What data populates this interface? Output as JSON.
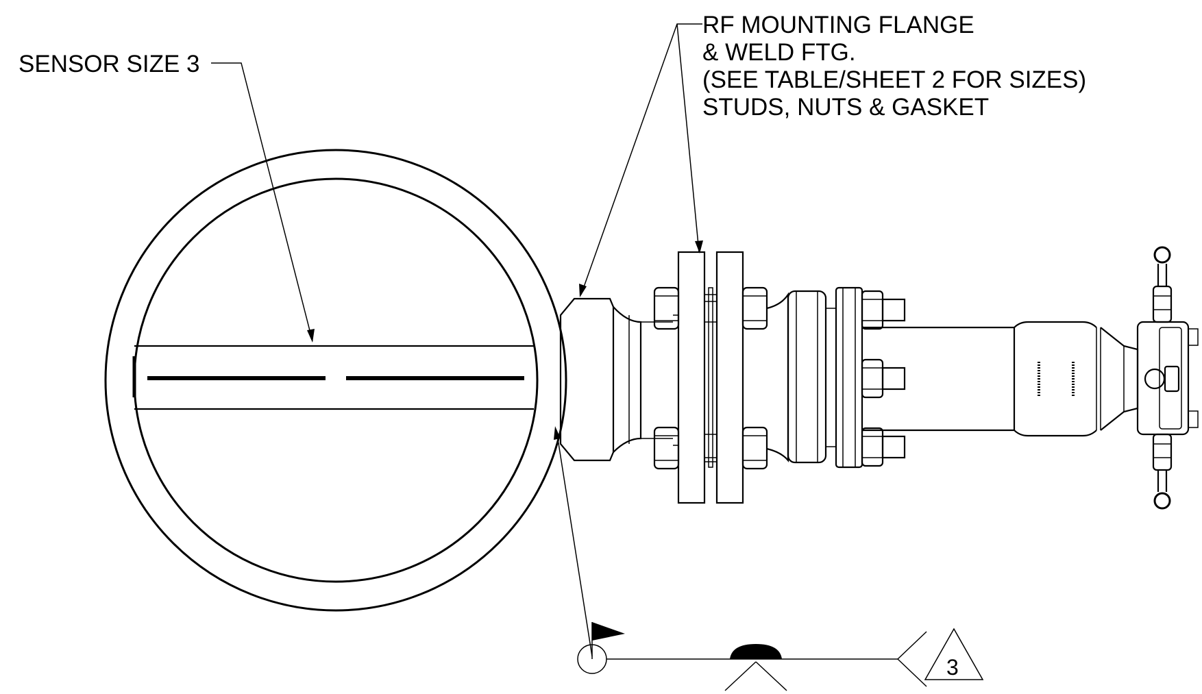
{
  "labels": {
    "sensor": "SENSOR SIZE 3",
    "flange_line1": "RF MOUNTING FLANGE",
    "flange_line2": "& WELD FTG.",
    "flange_line3": "(SEE TABLE/SHEET 2 FOR SIZES)",
    "flange_line4": "STUDS, NUTS & GASKET"
  },
  "weld_symbol": {
    "tail_note": "3"
  },
  "icons": {
    "weld_flag": "field-weld-flag-icon",
    "weld_bead": "melt-through-weld-icon",
    "tail_triangle": "note-triangle-icon",
    "reference_circle": "weld-all-around-circle-icon"
  },
  "colors": {
    "line": "#000000",
    "background": "#ffffff"
  }
}
